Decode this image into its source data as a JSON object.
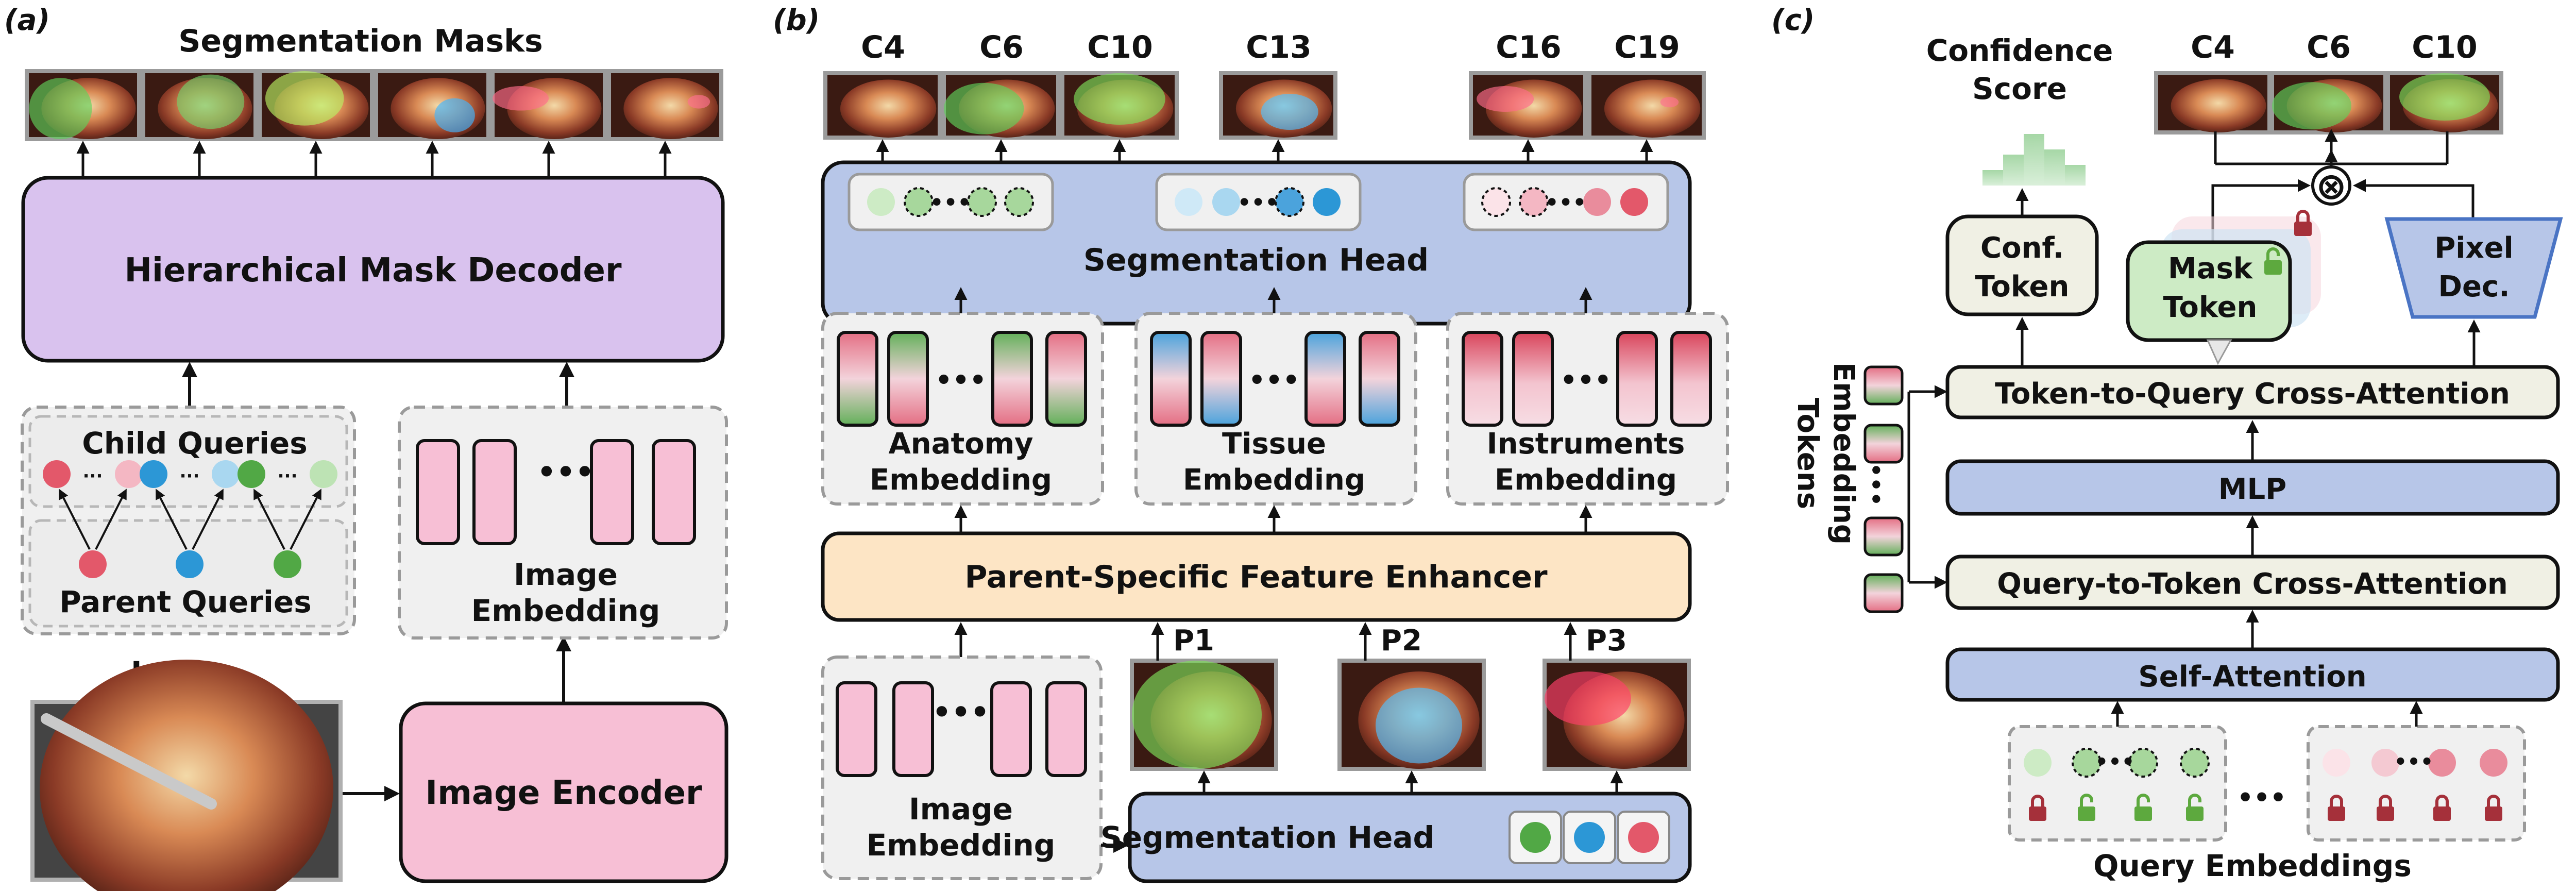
{
  "panel_a": {
    "label": "(a)",
    "seg_masks_title": "Segmentation Masks",
    "decoder": "Hierarchical Mask Decoder",
    "child_queries": "Child Queries",
    "parent_queries": "Parent Queries",
    "image_label": "Image",
    "image_embedding_line1": "Image",
    "image_embedding_line2": "Embedding",
    "image_encoder": "Image Encoder",
    "ellipsis": "•••"
  },
  "panel_b": {
    "label": "(b)",
    "classes_left": [
      "C4",
      "C6",
      "C10"
    ],
    "class_mid": "C13",
    "classes_right": [
      "C16",
      "C19"
    ],
    "segmentation_head": "Segmentation Head",
    "anatomy_line1": "Anatomy",
    "anatomy_line2": "Embedding",
    "tissue_line1": "Tissue",
    "tissue_line2": "Embedding",
    "instruments_line1": "Instruments",
    "instruments_line2": "Embedding",
    "enhancer": "Parent-Specific Feature Enhancer",
    "parents": [
      "P1",
      "P2",
      "P3"
    ],
    "image_embedding_line1": "Image",
    "image_embedding_line2": "Embedding",
    "segmentation_head_bottom": "Segmentation Head",
    "ellipsis": "•••"
  },
  "panel_c": {
    "label": "(c)",
    "confidence_line1": "Confidence",
    "confidence_line2": "Score",
    "classes": [
      "C4",
      "C6",
      "C10"
    ],
    "conf_token_line1": "Conf.",
    "conf_token_line2": "Token",
    "mask_token_line1": "Mask",
    "mask_token_line2": "Token",
    "pixel_dec_line1": "Pixel",
    "pixel_dec_line2": "Dec.",
    "t2q": "Token-to-Query Cross-Attention",
    "mlp": "MLP",
    "q2t": "Query-to-Token Cross-Attention",
    "self_attention": "Self-Attention",
    "embedding_tokens_line1": "Embedding",
    "embedding_tokens_line2": "Tokens",
    "query_embeddings": "Query Embeddings",
    "ellipsis": "•••",
    "times_symbol": "⊗"
  },
  "colors": {
    "decoder_purple": "#d9c2ee",
    "encoder_pink": "#f7bfd5",
    "blue_box": "#b7c6e8",
    "orange_box": "#fde5c5",
    "cream_box": "#f0f0e4",
    "green_token": "#cdebc5",
    "query_red": "#e3586a",
    "query_blue": "#2c97d6",
    "query_green": "#51a845",
    "lock_red": "#a5303a",
    "lock_green": "#5da93e"
  }
}
